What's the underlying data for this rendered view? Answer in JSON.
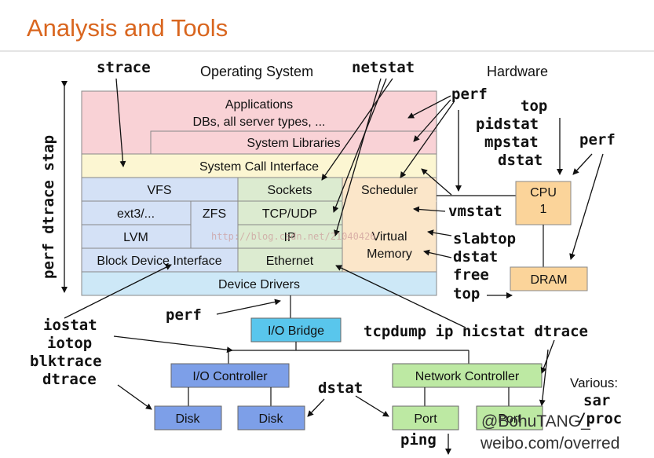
{
  "title": "Analysis and Tools",
  "headings": {
    "os": "Operating System",
    "hw": "Hardware"
  },
  "os_layers": {
    "applications": "Applications",
    "applications_sub": "DBs, all server types, ...",
    "system_libraries": "System Libraries",
    "system_call_interface": "System Call Interface",
    "vfs": "VFS",
    "ext3": "ext3/...",
    "zfs": "ZFS",
    "lvm": "LVM",
    "block_device_interface": "Block Device Interface",
    "sockets": "Sockets",
    "tcp_udp": "TCP/UDP",
    "ip": "IP",
    "ethernet": "Ethernet",
    "scheduler": "Scheduler",
    "virtual_memory_1": "Virtual",
    "virtual_memory_2": "Memory",
    "device_drivers": "Device Drivers"
  },
  "hardware": {
    "cpu_1": "CPU",
    "cpu_2": "1",
    "dram": "DRAM",
    "io_bridge": "I/O Bridge",
    "io_controller": "I/O Controller",
    "disk_1": "Disk",
    "disk_2": "Disk",
    "network_controller": "Network Controller",
    "port_1": "Port",
    "port_2": "Port"
  },
  "tools": {
    "strace": "strace",
    "netstat": "netstat",
    "perf_top": "perf",
    "cpu_tools": [
      "top",
      "pidstat",
      "mpstat",
      "dstat"
    ],
    "perf_hw": "perf",
    "side": "perf dtrace stap",
    "vmstat": "vmstat",
    "mem_tools": [
      "slabtop",
      "dstat",
      "free",
      "top"
    ],
    "perf_bridge": "perf",
    "io_tools": [
      "iostat",
      "iotop",
      "blktrace",
      "dtrace"
    ],
    "net_tools": "tcpdump ip nicstat dtrace",
    "dstat_io": "dstat",
    "ping": "ping",
    "various_label": "Various:",
    "sar": "sar",
    "kstat": "/proc"
  },
  "watermarks": {
    "url_overlay": "http://blog.csdn.net/21040426",
    "handle": "@BohuTANG_",
    "site": "weibo.com/overred"
  },
  "colors": {
    "title": "#d9661f",
    "applications": "#f9d2d6",
    "syscall": "#fcf6d2",
    "vfs_block": "#d4e1f6",
    "network_stack": "#dcebd0",
    "scheduler_vm": "#fbe6c9",
    "device_drivers": "#cde8f7",
    "cpu_dram": "#fbd49a",
    "io_blue": "#7d9fe8",
    "bridge": "#59c6ec",
    "net_green": "#bde9a3"
  }
}
